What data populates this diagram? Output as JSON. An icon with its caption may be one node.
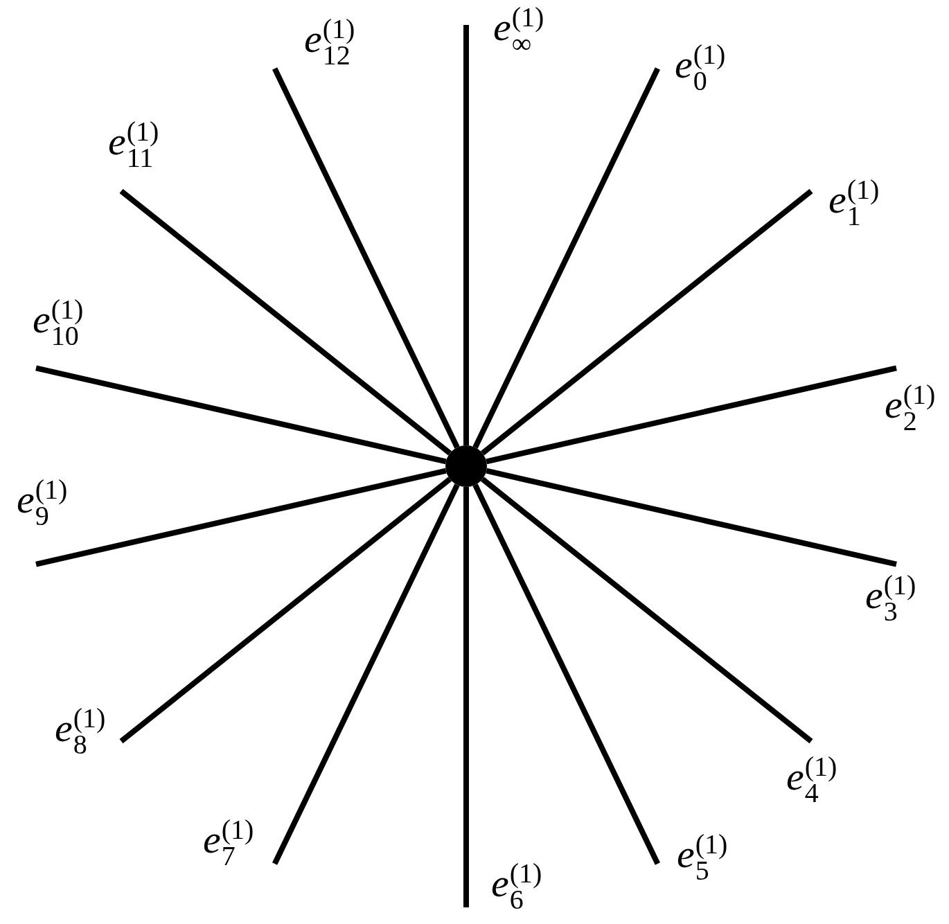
{
  "diagram": {
    "nodes": [
      {
        "text": [],
        "shape": "circle"
      },
      {
        "text": [
          "*e*$_{∞}$$^{(1)}$"
        ]
      },
      {
        "text": [
          "*e*$_{0}$$^{(1)}$"
        ]
      },
      {
        "text": [
          "*e*$_{1}$$^{(1)}$"
        ]
      },
      {
        "text": [
          "*e*$_{2}$$^{(1)}$"
        ]
      },
      {
        "text": [
          "*e*$_{3}$$^{(1)}$"
        ]
      },
      {
        "text": [
          "*e*$_{4}$$^{(1)}$"
        ]
      },
      {
        "text": [
          "*e*$_{5}$$^{(1)}$"
        ]
      },
      {
        "text": [
          "*e*$_{6}$$^{(1)}$"
        ]
      },
      {
        "text": [
          "*e*$_{7}$$^{(1)}$"
        ]
      },
      {
        "text": [
          "*e*$_{8}$$^{(1)}$"
        ]
      },
      {
        "text": [
          "*e*$_{9}$$^{(1)}$"
        ]
      },
      {
        "text": [
          "*e*$_{10}$$^{(1)}$"
        ]
      },
      {
        "text": [
          "*e*$_{11}$$^{(1)}$"
        ]
      },
      {
        "text": [
          "*e*$_{12}$$^{(1)}$"
        ]
      }
    ],
    "edges": [
      {
        "from": 0,
        "to": 1,
        "arrow": "none"
      },
      {
        "from": 0,
        "to": 2,
        "arrow": "none"
      },
      {
        "from": 0,
        "to": 3,
        "arrow": "none"
      },
      {
        "from": 0,
        "to": 4,
        "arrow": "none"
      },
      {
        "from": 0,
        "to": 5,
        "arrow": "none"
      },
      {
        "from": 0,
        "to": 6,
        "arrow": "none"
      },
      {
        "from": 0,
        "to": 7,
        "arrow": "none"
      },
      {
        "from": 0,
        "to": 8,
        "arrow": "none"
      },
      {
        "from": 0,
        "to": 9,
        "arrow": "none"
      },
      {
        "from": 0,
        "to": 10,
        "arrow": "none"
      },
      {
        "from": 0,
        "to": 11,
        "arrow": "none"
      },
      {
        "from": 0,
        "to": 12,
        "arrow": "none"
      },
      {
        "from": 0,
        "to": 13,
        "arrow": "none"
      },
      {
        "from": 0,
        "to": 14,
        "arrow": "none"
      }
    ]
  }
}
